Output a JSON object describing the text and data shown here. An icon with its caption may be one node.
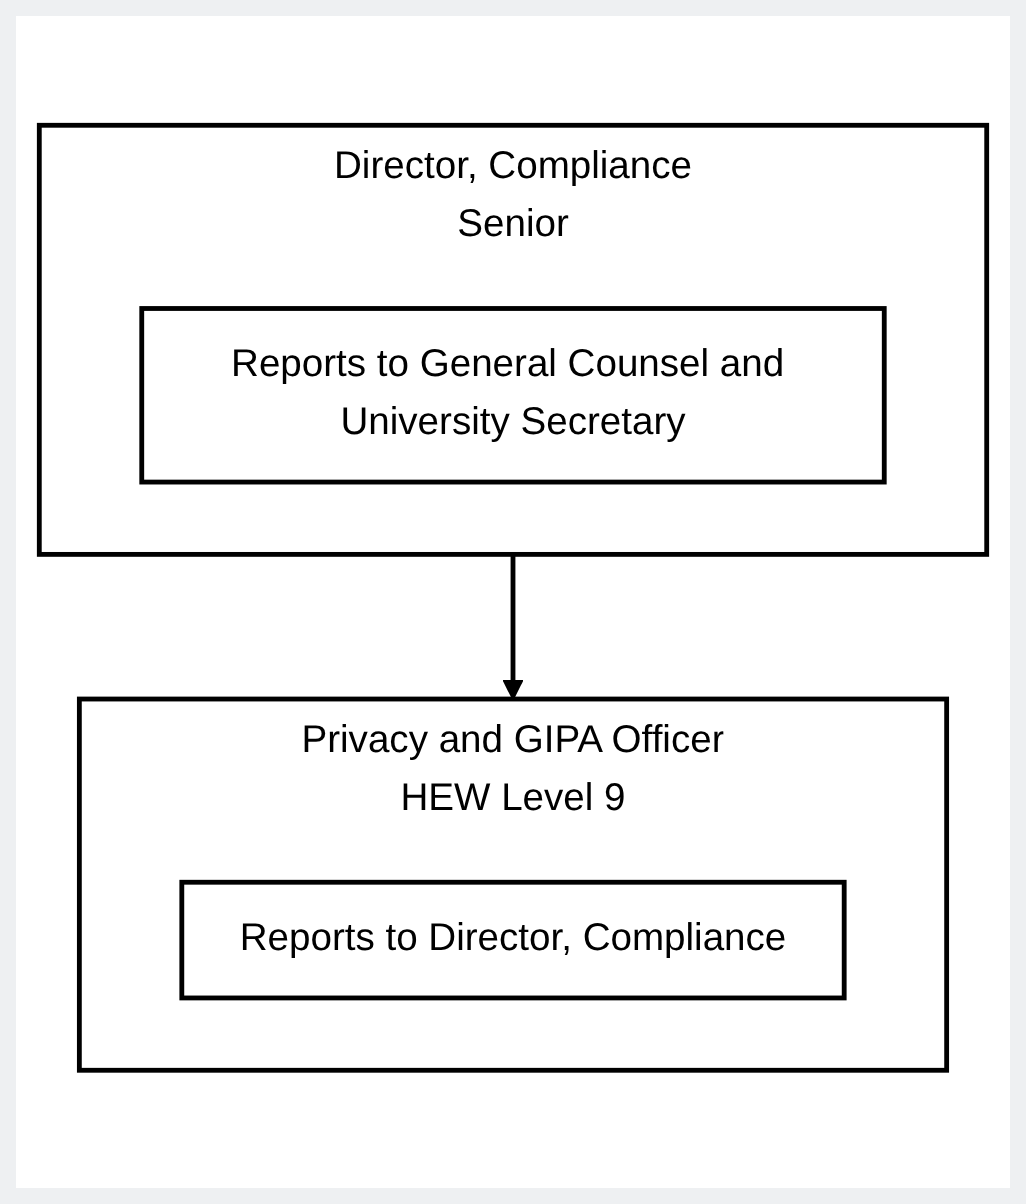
{
  "diagram": {
    "nodes": [
      {
        "text": [
          "Director, Compliance",
          "Senior"
        ]
      },
      {
        "text": [
          "Reports to General Counsel and University Secretary"
        ],
        "in": 0
      },
      {
        "text": [
          "Privacy and GIPA Officer",
          "HEW Level 9"
        ]
      },
      {
        "text": [
          "Reports to Director, Compliance"
        ],
        "in": 2
      }
    ],
    "edges": [
      {
        "from": 0,
        "to": 2,
        "arrow": "to"
      }
    ]
  }
}
